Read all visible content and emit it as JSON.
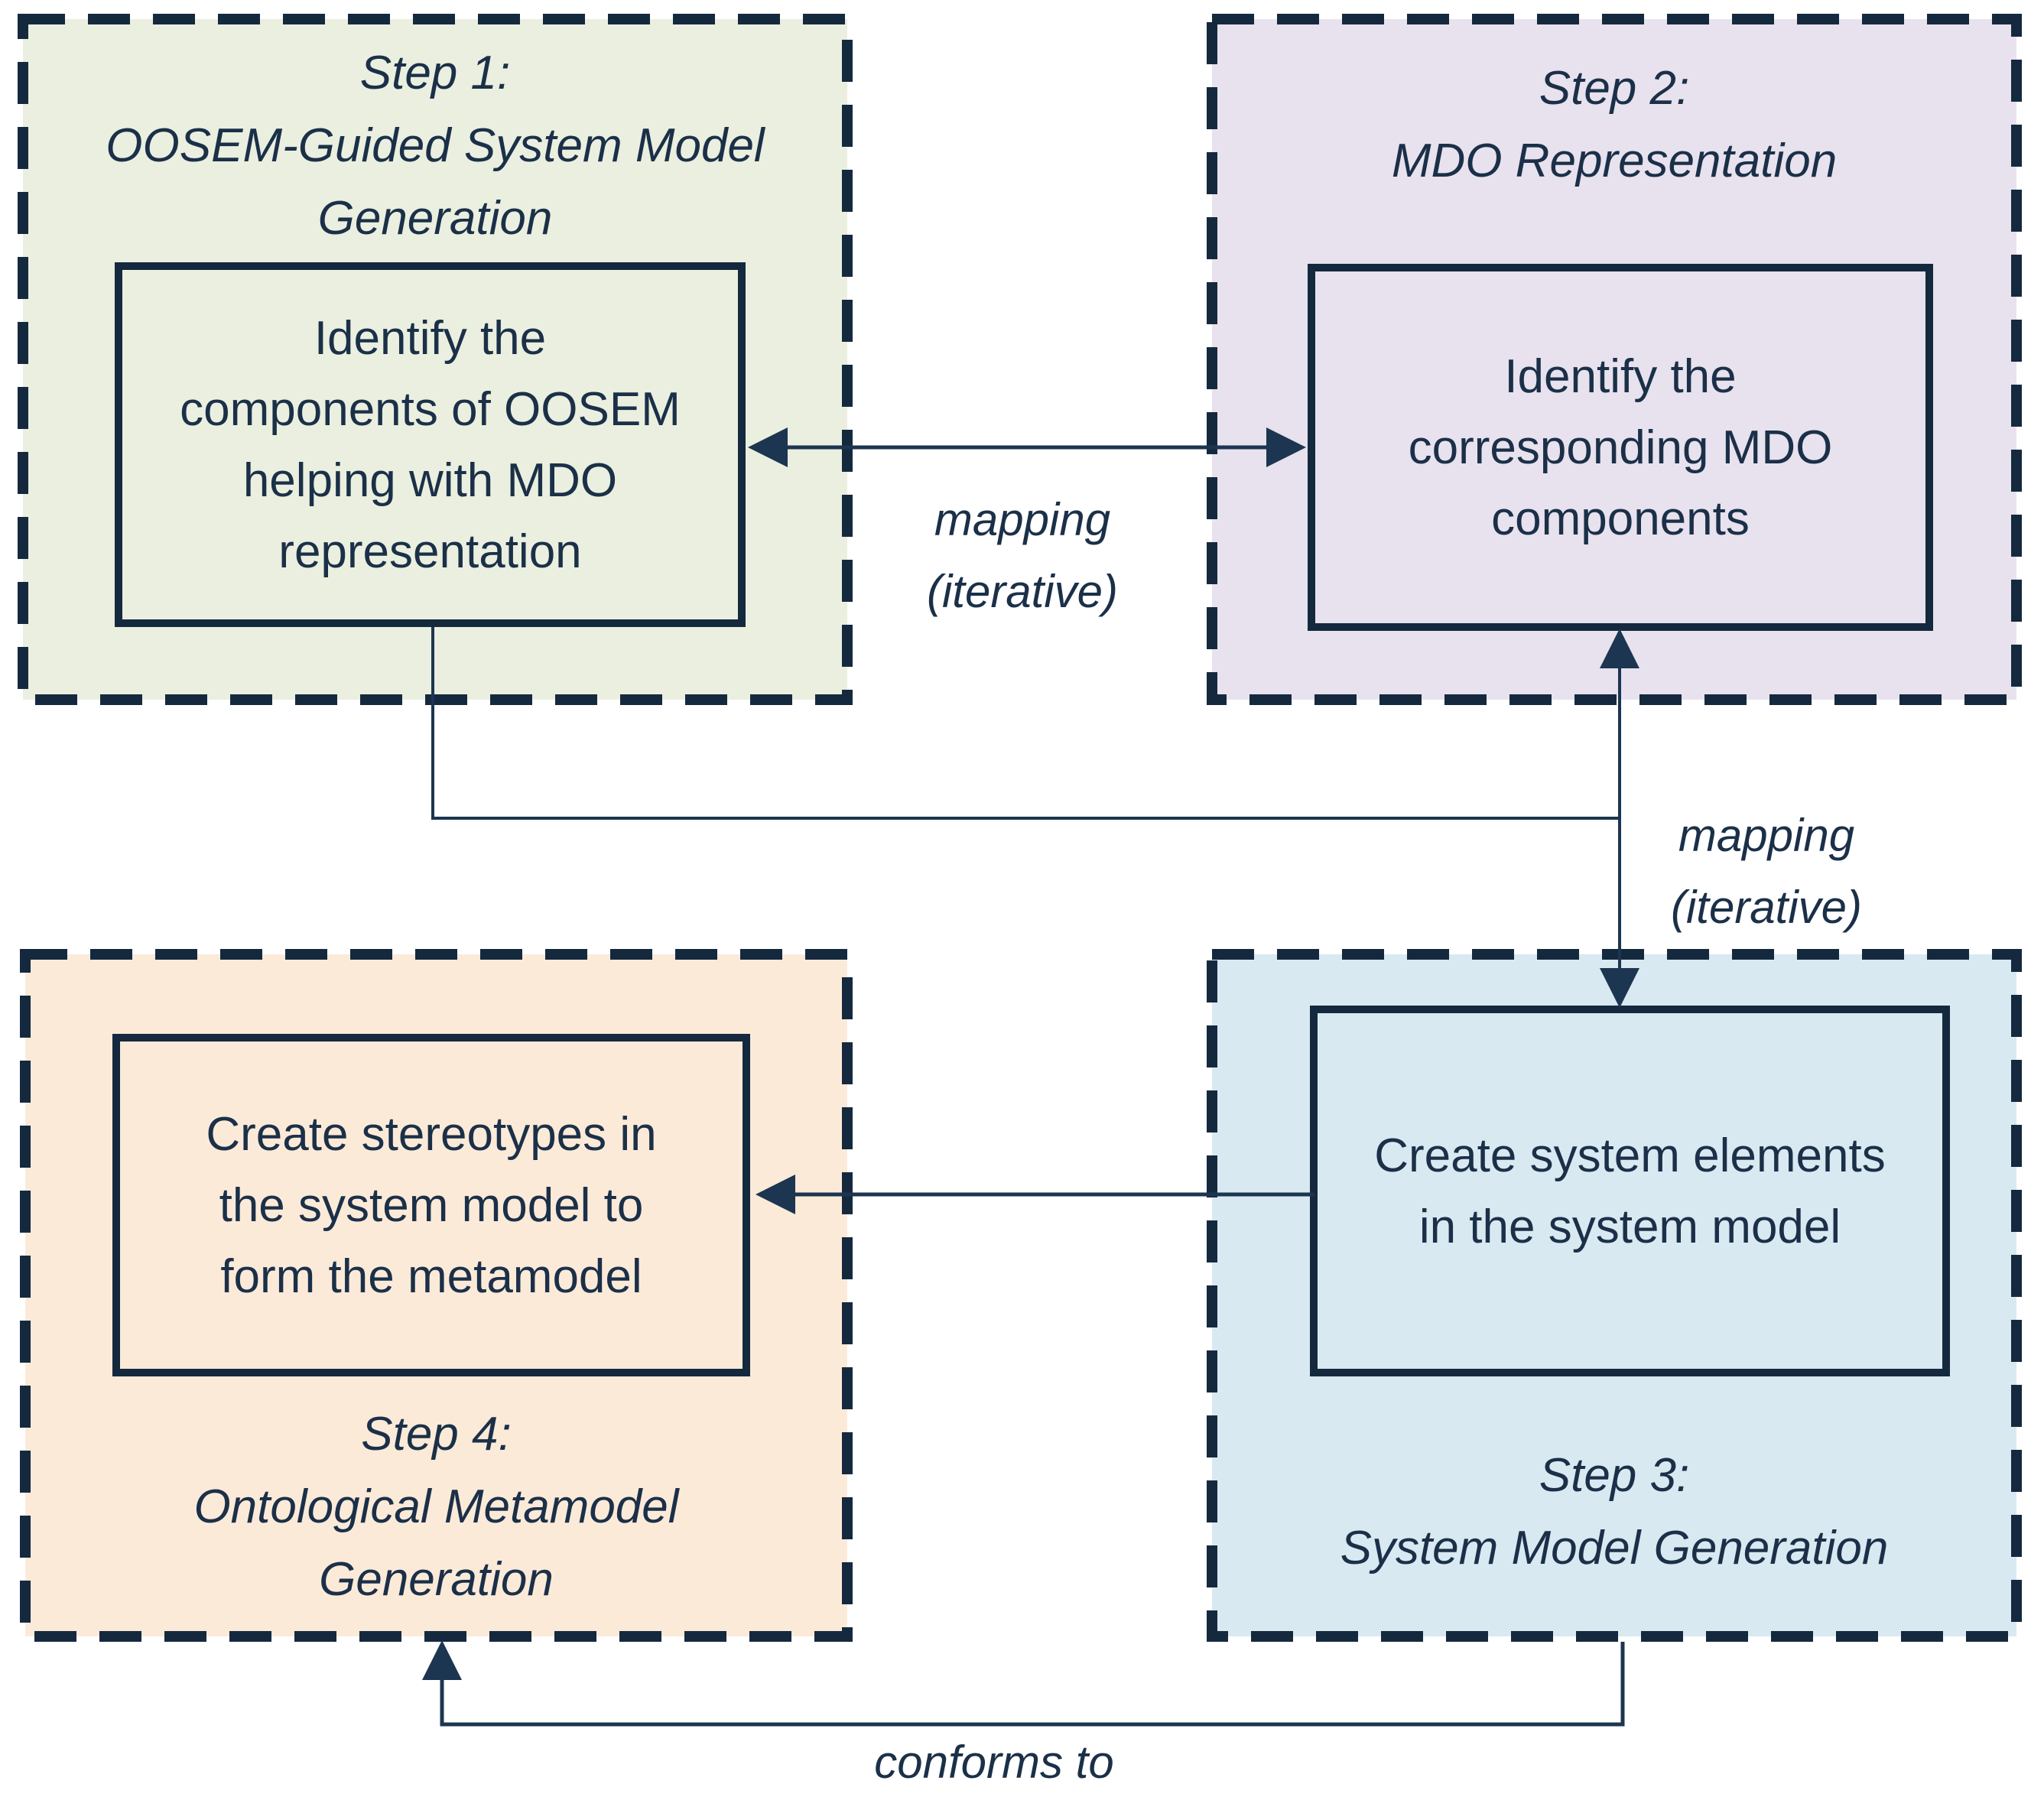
{
  "diagram": {
    "colors": {
      "navy": "#15293e",
      "step1_fill": "#eaefdf",
      "step2_fill": "#e8e2ee",
      "step3_fill": "#d9e9f2",
      "step4_fill": "#fcead9"
    },
    "steps": [
      {
        "id": "step-1",
        "title": "Step 1:\nOOSEM-Guided System Model\nGeneration",
        "box_text": "Identify the\ncomponents of OOSEM\nhelping with MDO\nrepresentation"
      },
      {
        "id": "step-2",
        "title": "Step 2:\nMDO Representation",
        "box_text": "Identify the\ncorresponding MDO\ncomponents"
      },
      {
        "id": "step-3",
        "title": "Step 3:\nSystem Model Generation",
        "box_text": "Create system elements\nin the system model"
      },
      {
        "id": "step-4",
        "title": "Step 4:\nOntological Metamodel\nGeneration",
        "box_text": "Create stereotypes in\nthe system model to\nform the metamodel"
      }
    ],
    "labels": {
      "mapping_step1_step2": "mapping\n(iterative)",
      "mapping_step2_step3": "mapping\n(iterative)",
      "conforms_to": "conforms to"
    }
  }
}
